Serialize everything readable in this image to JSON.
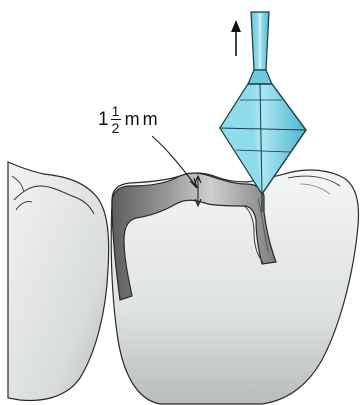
{
  "annotation": {
    "whole": "1",
    "numerator": "1",
    "denominator": "2",
    "unit": "mm"
  },
  "colors": {
    "tooth_light": "#eef0f0",
    "tooth_shadow": "#b9bdbd",
    "preparation_dark": "#6e6e6e",
    "preparation_mid": "#a6a6a6",
    "bur_blue": "#7ed3e6",
    "bur_outline": "#1c3c46"
  },
  "icons": {
    "bur": "diamond-bur-icon",
    "direction": "up-arrow-icon"
  }
}
